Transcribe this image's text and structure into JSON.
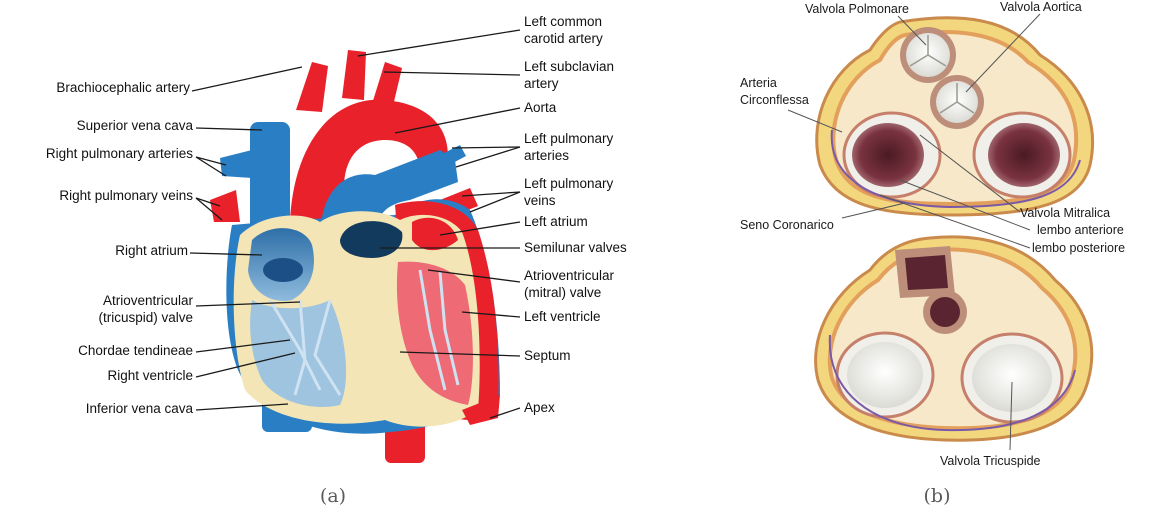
{
  "panel_a": {
    "caption": "(a)",
    "left_labels": {
      "brachiocephalic": "Brachiocephalic artery",
      "svc": "Superior vena cava",
      "rpa": "Right pulmonary arteries",
      "rpv": "Right pulmonary veins",
      "ra": "Right atrium",
      "tric_1": "Atrioventricular",
      "tric_2": "(tricuspid) valve",
      "chordae": "Chordae tendineae",
      "rv": "Right ventricle",
      "ivc": "Inferior vena cava"
    },
    "right_labels": {
      "lcca_1": "Left common",
      "lcca_2": "carotid artery",
      "lsa_1": "Left subclavian",
      "lsa_2": "artery",
      "aorta": "Aorta",
      "lpa_1": "Left pulmonary",
      "lpa_2": "arteries",
      "lpv_1": "Left pulmonary",
      "lpv_2": "veins",
      "la": "Left atrium",
      "semilunar": "Semilunar valves",
      "mitral_1": "Atrioventricular",
      "mitral_2": "(mitral) valve",
      "lv": "Left ventricle",
      "septum": "Septum",
      "apex": "Apex"
    }
  },
  "panel_b": {
    "caption": "(b)",
    "labels": {
      "polmonare": "Valvola Polmonare",
      "aortica": "Valvola Aortica",
      "arteria_1": "Arteria",
      "arteria_2": "Circonflessa",
      "seno": "Seno Coronarico",
      "mitralica": "Valvola Mitralica",
      "anteriore": "lembo anteriore",
      "posteriore": "lembo posteriore",
      "tricuspide": "Valvola Tricuspide"
    }
  },
  "colors": {
    "artery_red": "#e8212b",
    "vein_blue": "#2a7fc4",
    "wall_cream": "#f3e5b5",
    "chamber_blue": "#9ec4e0",
    "ring_orange": "#e3a05c",
    "fat_yellow": "#f3d77e"
  }
}
